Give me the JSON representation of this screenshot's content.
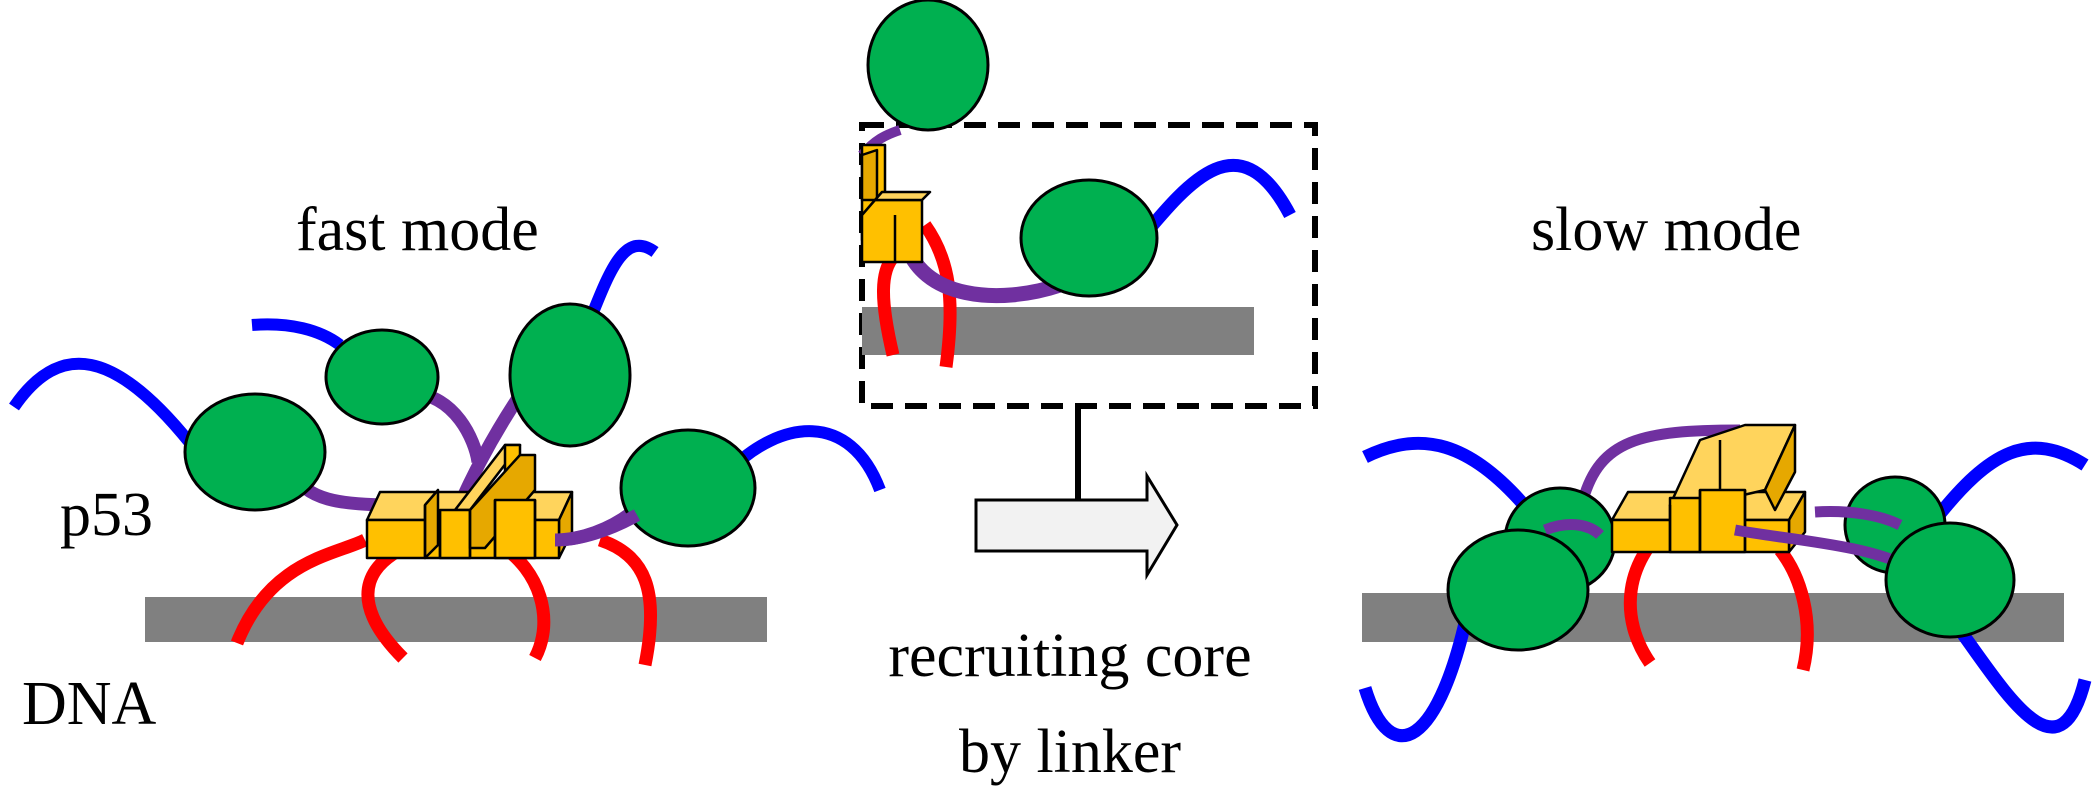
{
  "labels": {
    "fast_mode": "fast mode",
    "slow_mode": "slow mode",
    "p53": "p53",
    "dna": "DNA",
    "arrow_line1": "recruiting core",
    "arrow_line2": "by linker"
  },
  "colors": {
    "dna": "#808080",
    "core_domain": "#00b050",
    "n_terminal": "#0000ff",
    "linker": "#7030a0",
    "c_terminal": "#ff0000",
    "tetramer": "#ffc000",
    "tetramer_shade": "#e6a800",
    "outline": "#000000",
    "arrow_fill": "#f2f2f2"
  }
}
